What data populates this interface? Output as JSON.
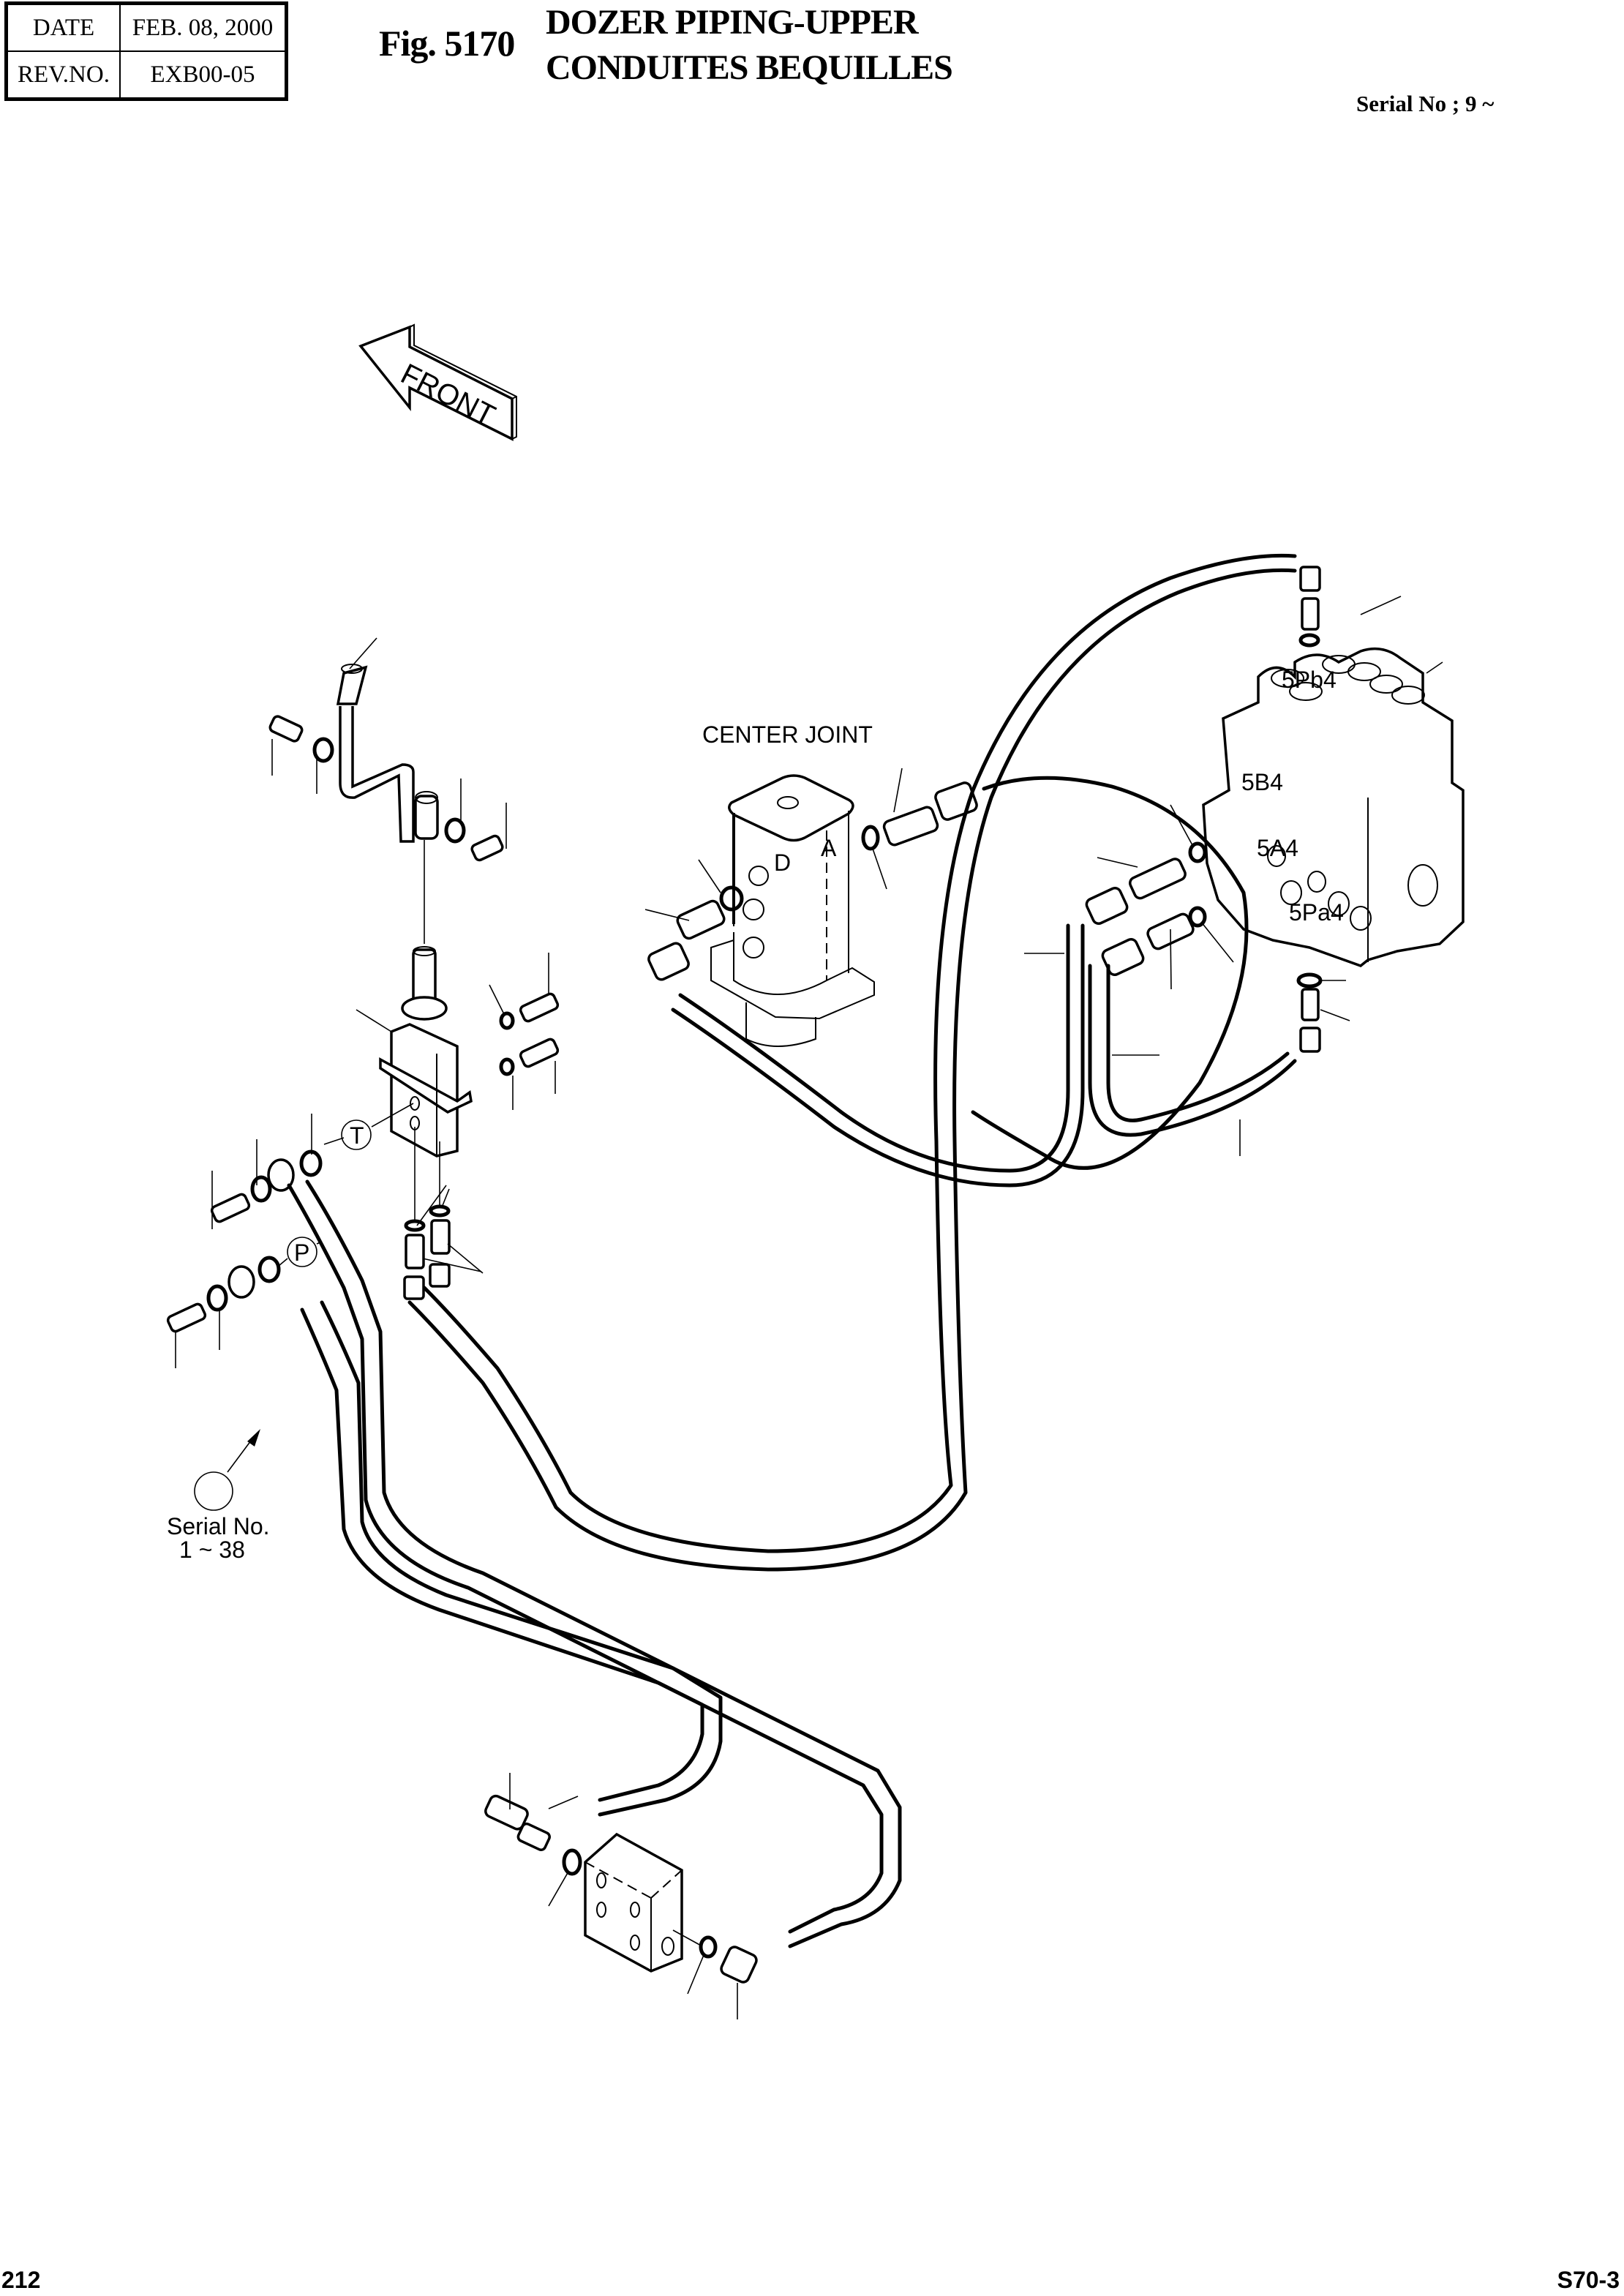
{
  "header": {
    "date_label": "DATE",
    "date_value": "FEB. 08, 2000",
    "rev_label": "REV.NO.",
    "rev_value": "EXB00-05",
    "figure_number": "Fig. 5170",
    "title_line1": "DOZER PIPING-UPPER",
    "title_line2": "CONDUITES BEQUILLES",
    "serial_range": "Serial No ; 9 ~"
  },
  "diagram": {
    "front_arrow_label": "FRONT",
    "center_joint_label": "CENTER JOINT",
    "center_joint_ports": [
      "D",
      "A"
    ],
    "control_valve_ports": [
      "5Pb4",
      "5B4",
      "5A4",
      "5Pa4"
    ],
    "pilot_valve_ports": [
      "T",
      "P"
    ],
    "serial_note_line1": "Serial No.",
    "serial_note_line2": "1 ~ 38",
    "icons": [
      "front-arrow-icon",
      "serial-note-circle-icon",
      "callout-arrow-icon"
    ],
    "line_color": "#000000",
    "background_color": "#ffffff"
  },
  "footer": {
    "page_number": "212",
    "model": "S70-3"
  }
}
